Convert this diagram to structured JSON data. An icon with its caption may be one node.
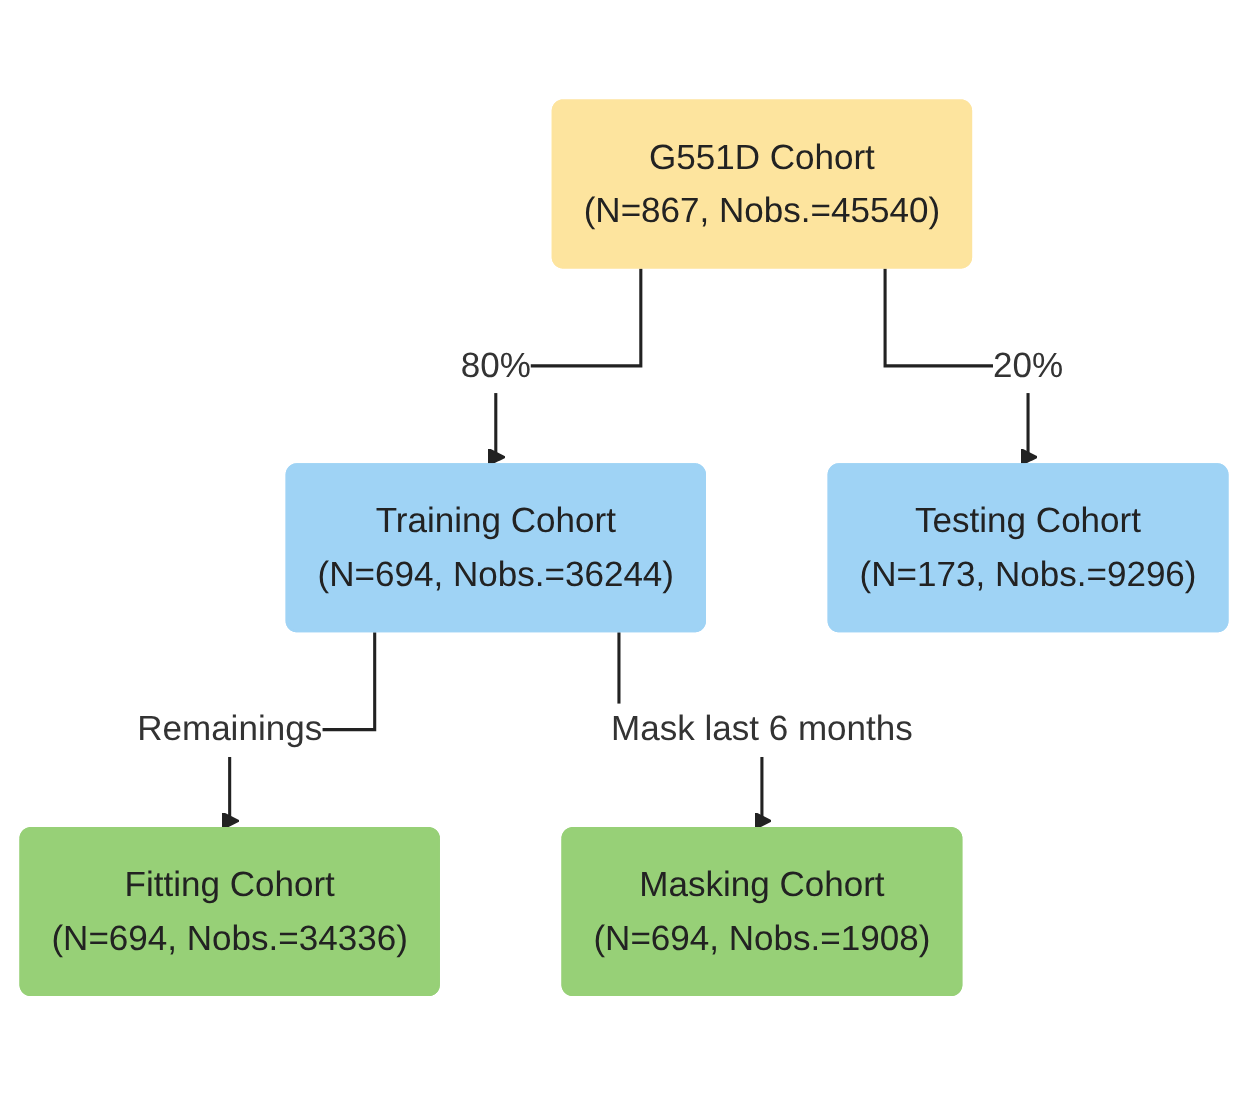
{
  "diagram": {
    "nodes": [
      {
        "text": [
          "G551D Cohort",
          "(N=867, Nobs.=45540)"
        ]
      },
      {
        "text": [
          "Training Cohort",
          "(N=694, Nobs.=36244)"
        ]
      },
      {
        "text": [
          "Testing Cohort",
          "(N=173, Nobs.=9296)"
        ]
      },
      {
        "text": [
          "Fitting Cohort",
          "(N=694, Nobs.=34336)"
        ]
      },
      {
        "text": [
          "Masking Cohort",
          "(N=694, Nobs.=1908)"
        ]
      }
    ],
    "edges": [
      {
        "from": 0,
        "to": 1,
        "arrow": "to",
        "label": "80%"
      },
      {
        "from": 0,
        "to": 2,
        "arrow": "to",
        "label": "20%"
      },
      {
        "from": 1,
        "to": 3,
        "arrow": "to",
        "label": "Remainings"
      },
      {
        "from": 1,
        "to": 4,
        "arrow": "to",
        "label": "Mask last 6 months"
      }
    ]
  }
}
